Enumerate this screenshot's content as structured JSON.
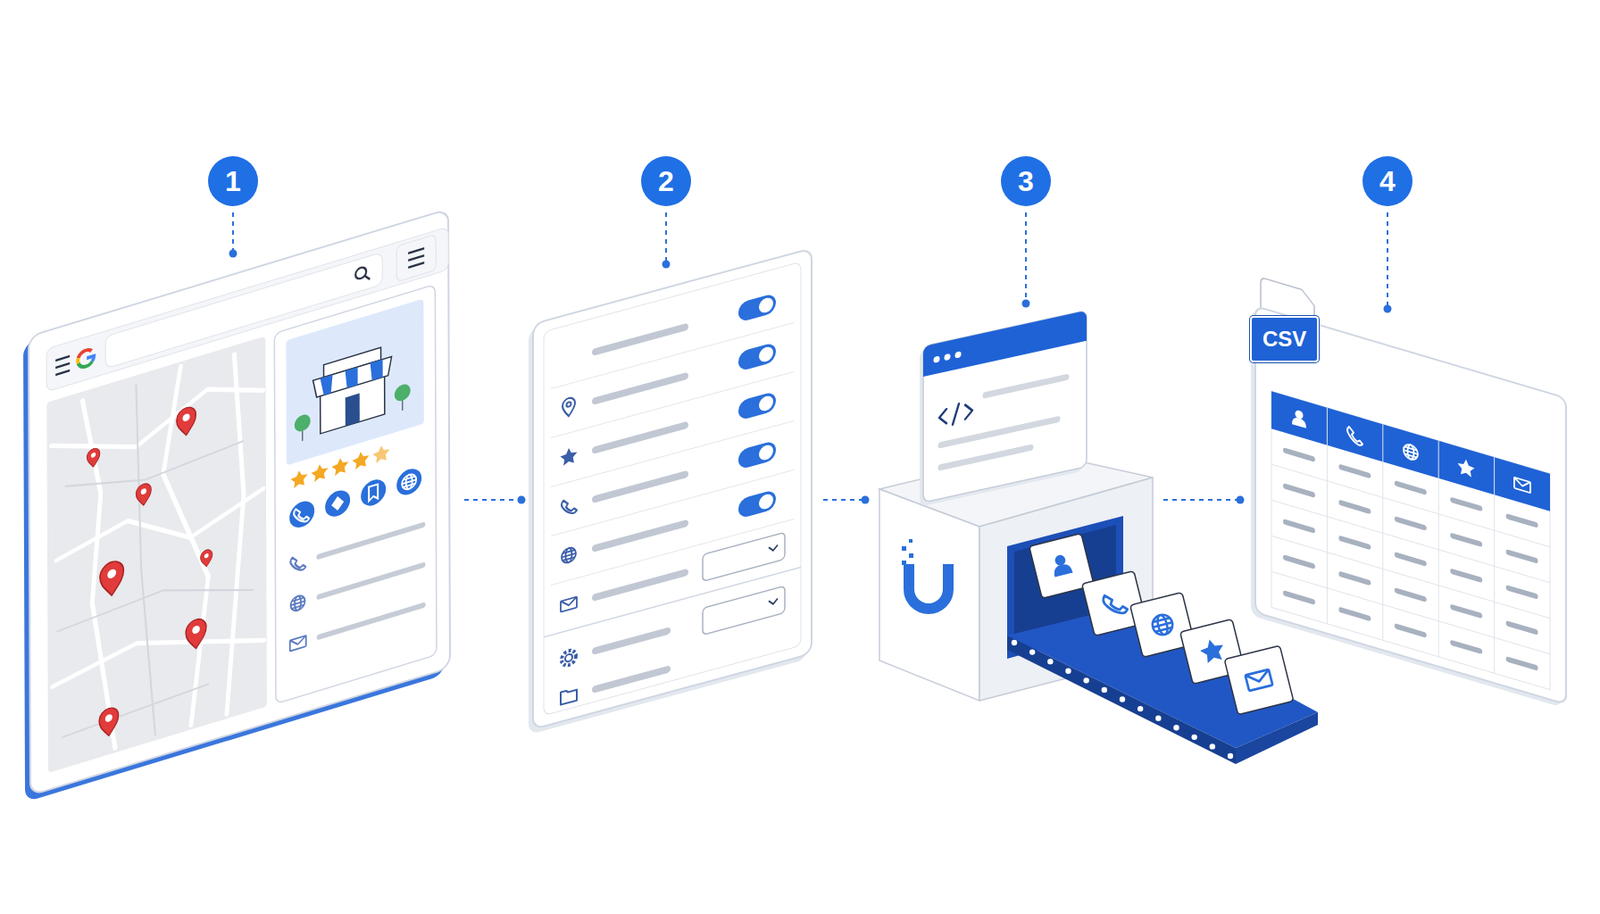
{
  "diagram": {
    "nodes": [
      {
        "text": [
          "1"
        ]
      },
      {
        "text": [
          "2"
        ]
      },
      {
        "text": [
          "3"
        ]
      },
      {
        "text": [
          "4",
          "CSV"
        ]
      }
    ],
    "edges": [
      {
        "from": 0,
        "to": 1,
        "arrow": "none"
      },
      {
        "from": 1,
        "to": 2,
        "arrow": "none"
      },
      {
        "from": 2,
        "to": 3,
        "arrow": "none"
      }
    ]
  }
}
